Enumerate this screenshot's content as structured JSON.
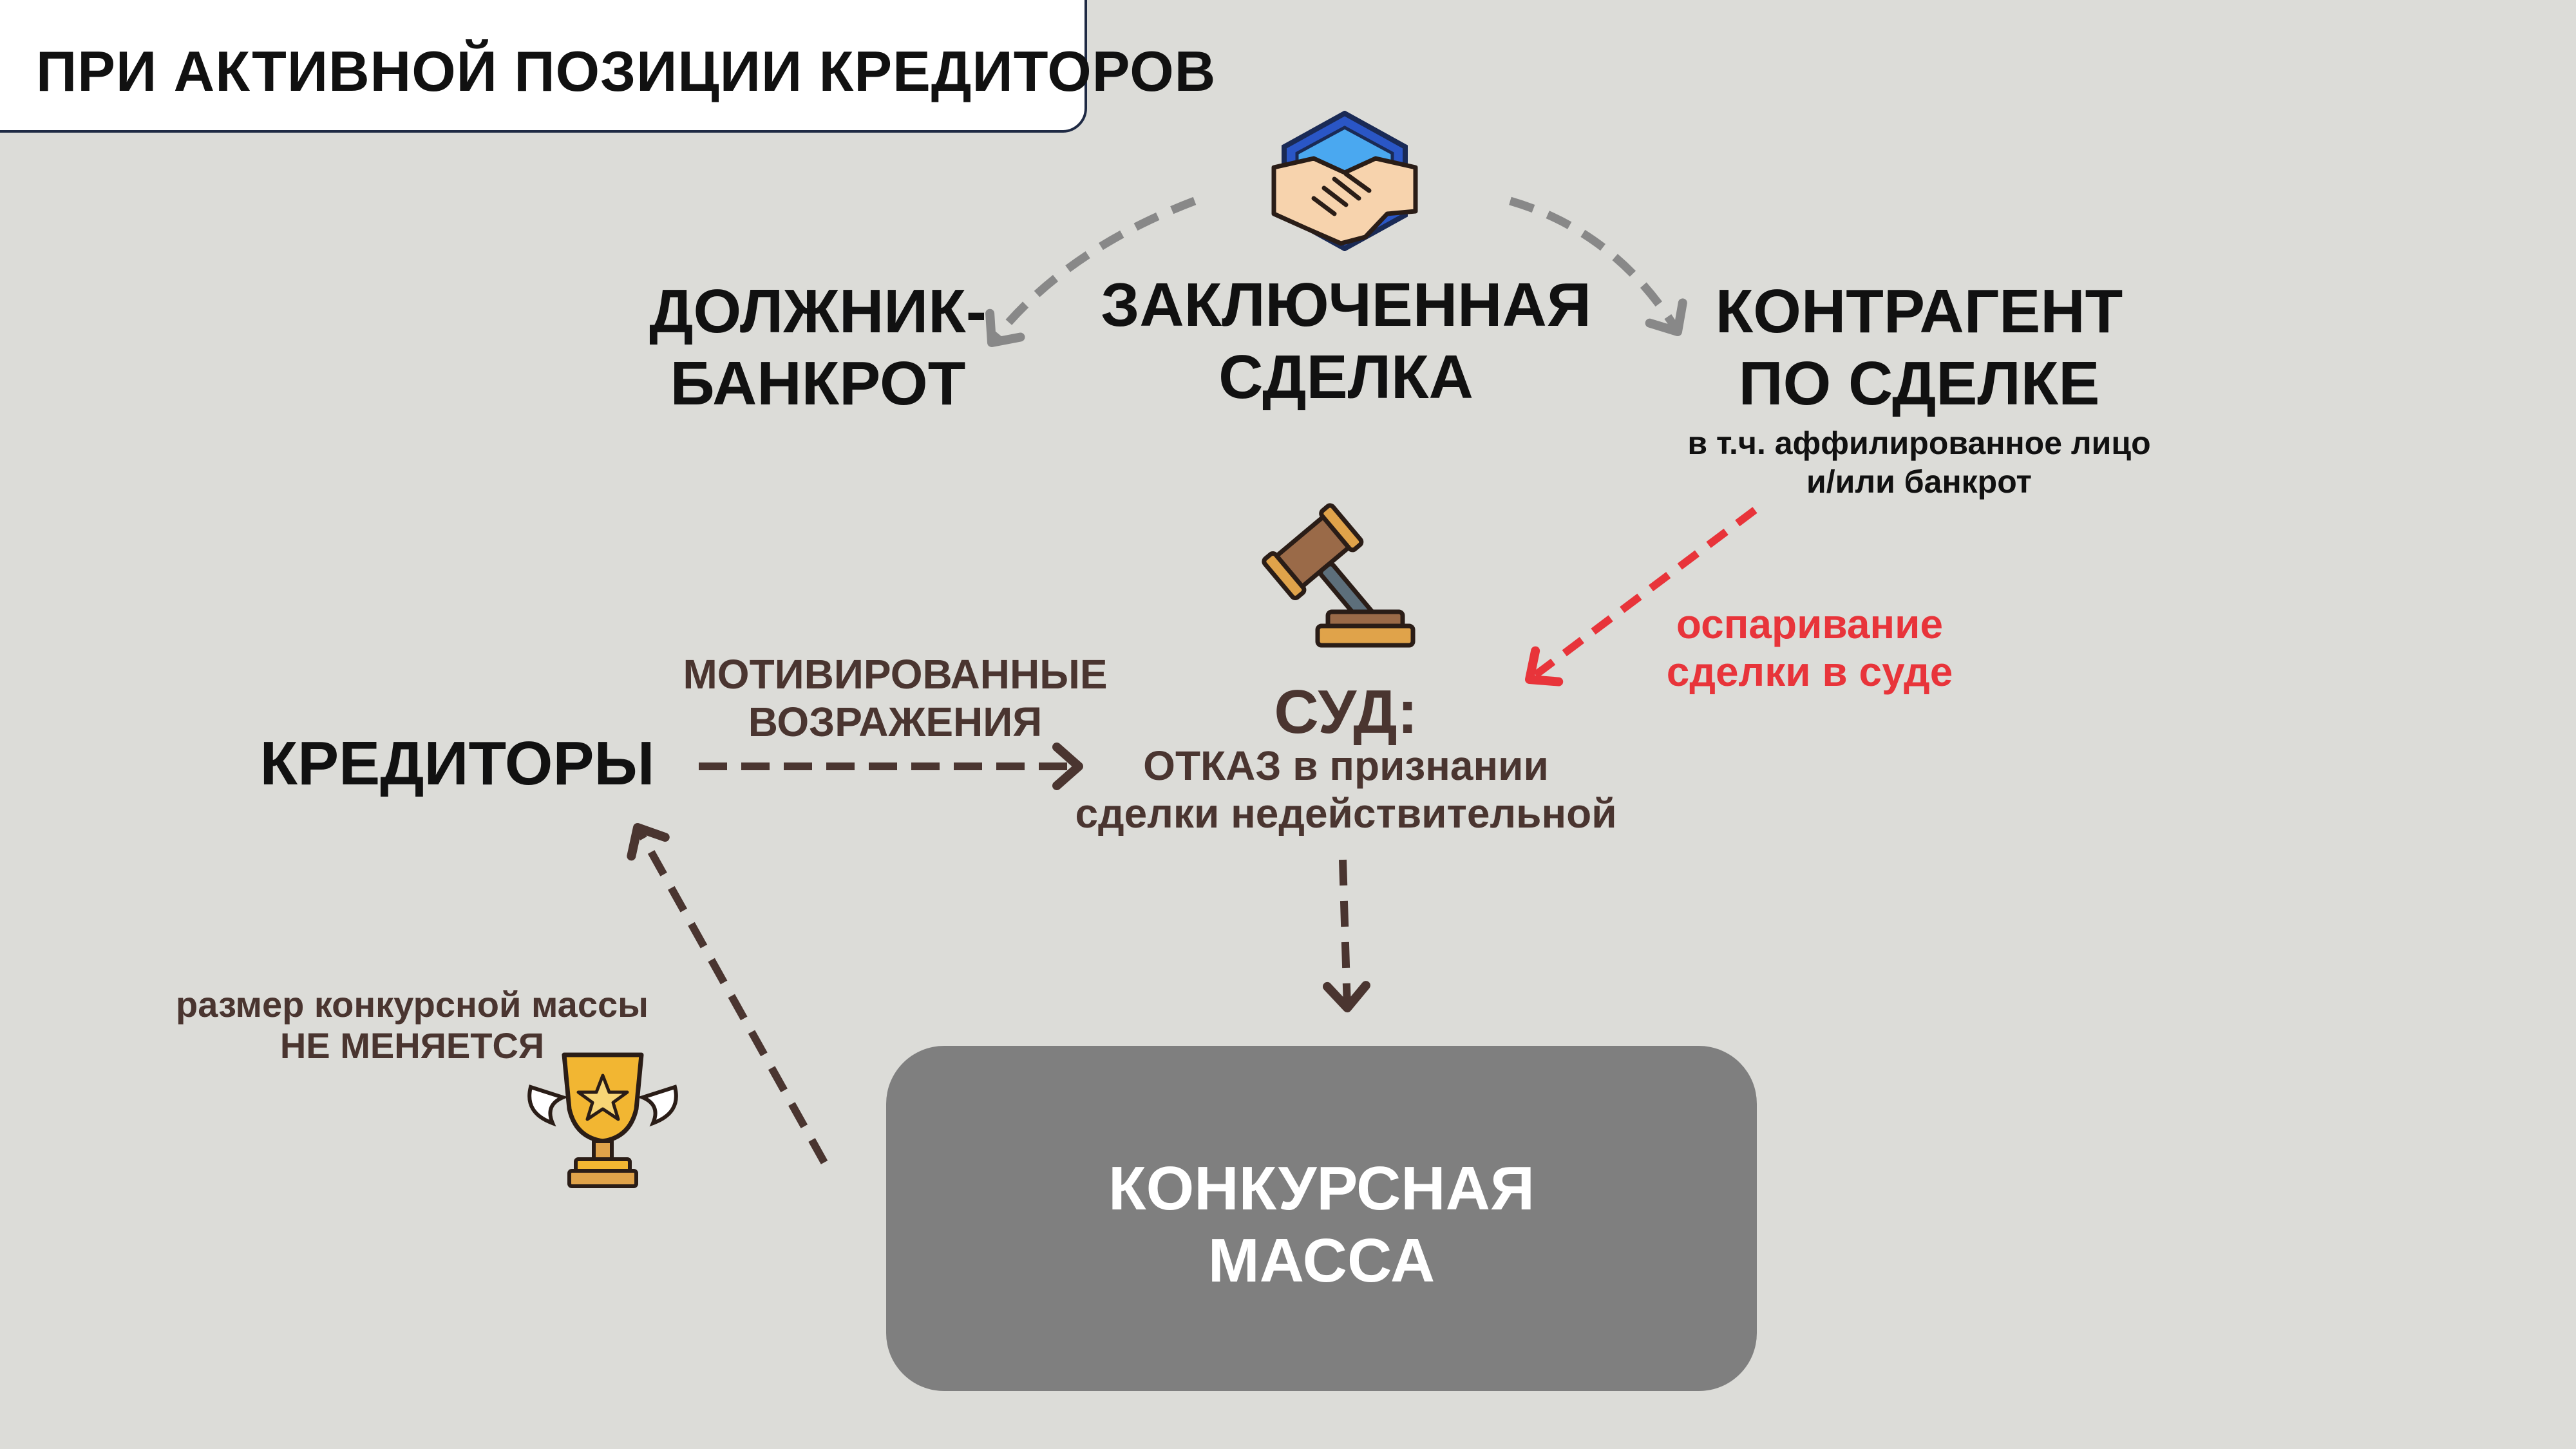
{
  "title": "ПРИ АКТИВНОЙ ПОЗИЦИИ КРЕДИТОРОВ",
  "nodes": {
    "debtor": [
      "ДОЛЖНИК-",
      "БАНКРОТ"
    ],
    "deal": [
      "ЗАКЛЮЧЕННАЯ",
      "СДЕЛКА"
    ],
    "counterparty": [
      "КОНТРАГЕНТ",
      "ПО СДЕЛКЕ"
    ],
    "counterparty_note": [
      "в т.ч. аффилированное лицо",
      "и/или банкрот"
    ],
    "challenge": [
      "оспаривание",
      "сделки в суде"
    ],
    "court_title": "СУД:",
    "court_text": [
      "ОТКАЗ в признании",
      "сделки недействительной"
    ],
    "objections": [
      "МОТИВИРОВАННЫЕ",
      "ВОЗРАЖЕНИЯ"
    ],
    "creditors": "КРЕДИТОРЫ",
    "mass_note": [
      "размер конкурсной массы",
      "НЕ МЕНЯЕТСЯ"
    ],
    "mass": [
      "КОНКУРСНАЯ",
      "МАССА"
    ]
  },
  "colors": {
    "background": "#dcdcd8",
    "text": "#111111",
    "brown_text": "#4a3530",
    "challenge_red": "#e8343a",
    "grey_arrow": "#888888",
    "brown_arrow": "#4a3530",
    "mass_box": "#7f7f7f"
  },
  "icons": [
    "handshake-icon",
    "gavel-icon",
    "trophy-icon"
  ]
}
